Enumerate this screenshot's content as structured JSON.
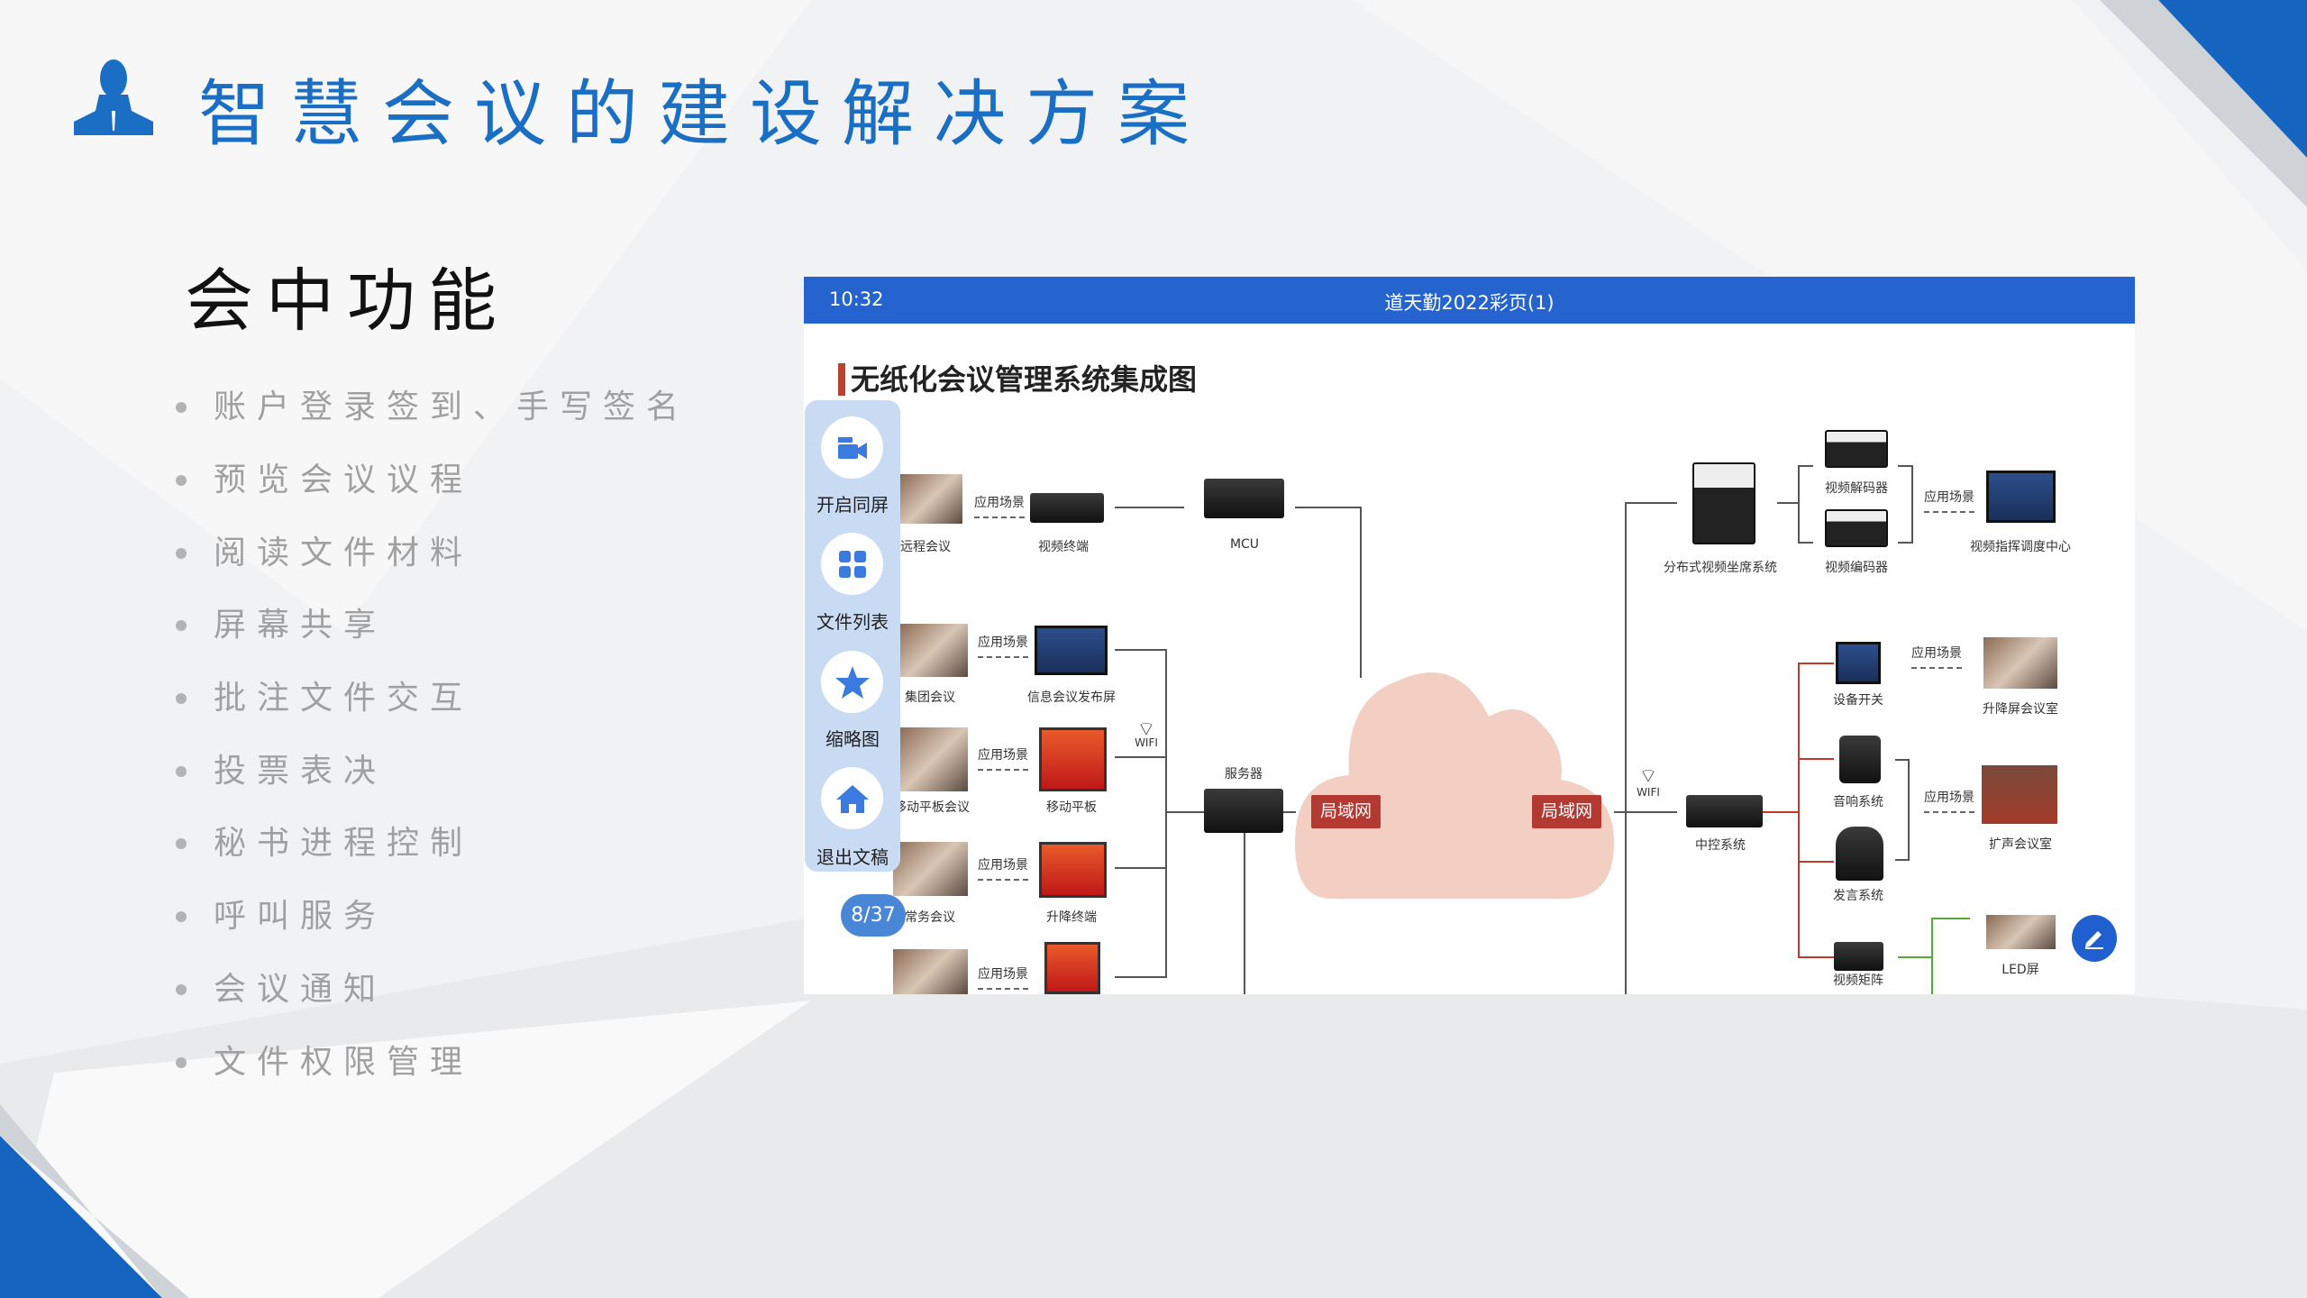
{
  "header": {
    "title": "智慧会议的建设解决方案",
    "icon": "person-icon",
    "accent": "#1a6fc4"
  },
  "section": {
    "title": "会中功能"
  },
  "features": [
    "账户登录签到、手写签名",
    "预览会议议程",
    "阅读文件材料",
    "屏幕共享",
    "批注文件交互",
    "投票表决",
    "秘书进程控制",
    "呼叫服务",
    "会议通知",
    "文件权限管理"
  ],
  "screenshot": {
    "status_time": "10:32",
    "doc_title": "道天勤2022彩页(1)",
    "page_indicator": "8/37",
    "sidebar": [
      {
        "label": "开启同屏",
        "icon": "video-camera-icon"
      },
      {
        "label": "文件列表",
        "icon": "grid-icon"
      },
      {
        "label": "缩略图",
        "icon": "star-icon"
      },
      {
        "label": "退出文稿",
        "icon": "home-icon"
      }
    ],
    "diagram": {
      "title": "无纸化会议管理系统集成图",
      "scene": "应用场景",
      "wifi": "WIFI",
      "lan": "局域网",
      "server": "服务器",
      "left": {
        "remote": "远程会议",
        "video_terminal": "视频终端",
        "mcu": "MCU",
        "group": "集团会议",
        "info_screen": "信息会议发布屏",
        "tablet_meeting": "移动平板会议",
        "tablet": "移动平板",
        "standing": "常务会议",
        "lift_terminal": "升降终端"
      },
      "right": {
        "distributed": "分布式视频坐席系统",
        "decoder": "视频解码器",
        "encoder": "视频编码器",
        "command": "视频指挥调度中心",
        "central": "中控系统",
        "switch": "设备开关",
        "lift_room": "升降屏会议室",
        "audio": "音响系统",
        "pa_room": "扩声会议室",
        "speech": "发言系统",
        "matrix": "视频矩阵",
        "led": "LED屏"
      }
    }
  }
}
